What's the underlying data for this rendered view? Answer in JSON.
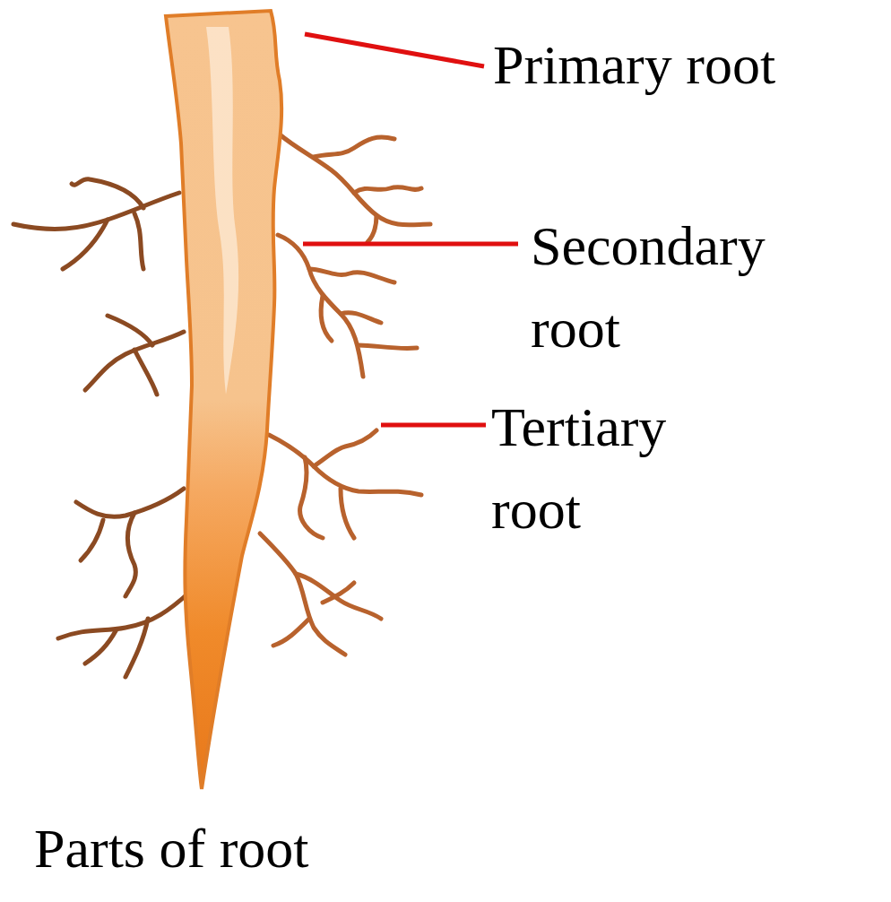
{
  "diagram": {
    "caption": "Parts of root",
    "labels": [
      "Primary root",
      "Secondary root",
      "Tertiary root"
    ]
  }
}
